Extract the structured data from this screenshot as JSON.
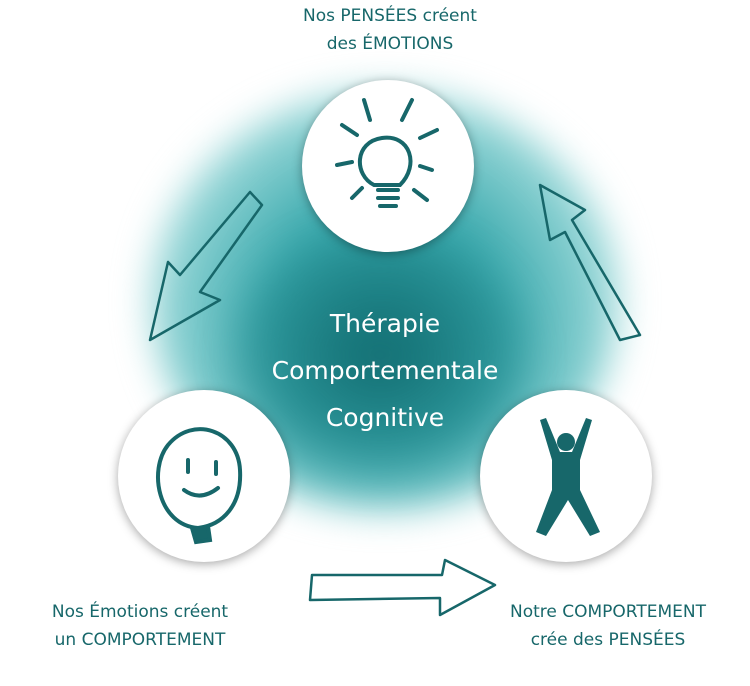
{
  "top_label": {
    "line1": "Nos PENSÉES créent",
    "line2": "des ÉMOTIONS"
  },
  "left_label": {
    "line1": "Nos Émotions créent",
    "line2": "un COMPORTEMENT"
  },
  "right_label": {
    "line1": "Notre COMPORTEMENT",
    "line2": "crée des PENSÉES"
  },
  "center": {
    "line1": "Thérapie",
    "line2": "Comportementale",
    "line3": "Cognitive"
  },
  "colors": {
    "teal": "#17676a",
    "watercolor": "#3aa9ad"
  }
}
